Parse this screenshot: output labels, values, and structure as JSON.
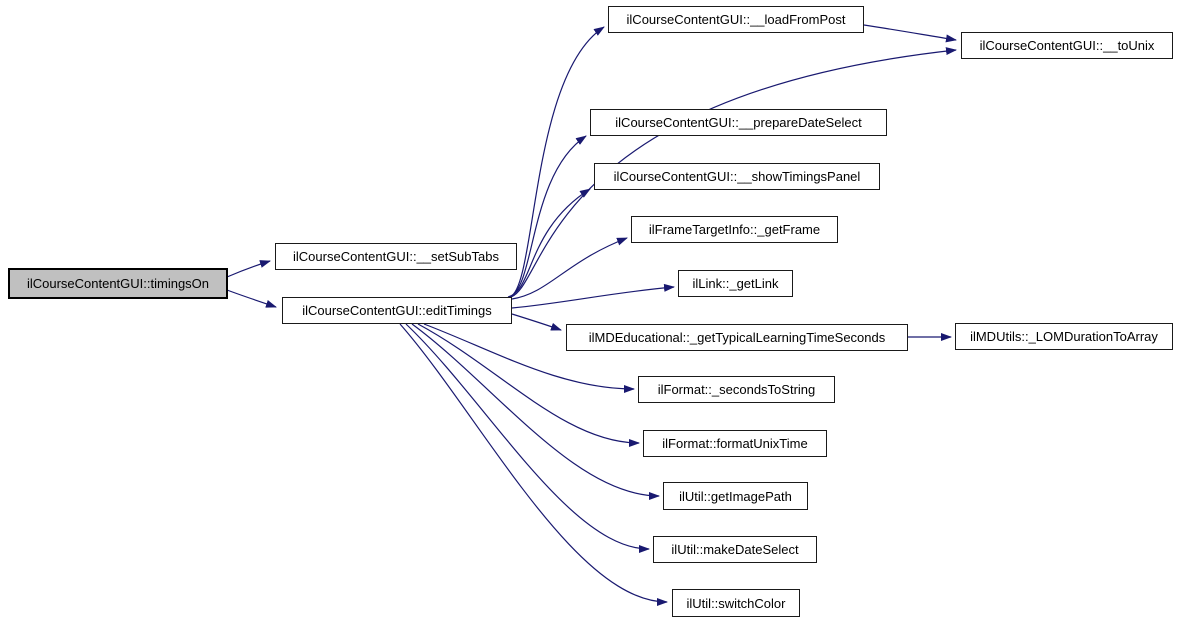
{
  "diagram": {
    "type": "call-graph",
    "background_color": "#ffffff",
    "edge_color": "#191970",
    "node_border_color": "#1a1a1a",
    "node_fill_color": "#ffffff",
    "current_node_fill_color": "#c0c0c0",
    "nodes": [
      {
        "id": "timingsOn",
        "label": "ilCourseContentGUI::timingsOn",
        "current": true
      },
      {
        "id": "setSubTabs",
        "label": "ilCourseContentGUI::__setSubTabs",
        "current": false
      },
      {
        "id": "editTimings",
        "label": "ilCourseContentGUI::editTimings",
        "current": false
      },
      {
        "id": "loadFromPost",
        "label": "ilCourseContentGUI::__loadFromPost",
        "current": false
      },
      {
        "id": "toUnix",
        "label": "ilCourseContentGUI::__toUnix",
        "current": false
      },
      {
        "id": "prepareDateSelect",
        "label": "ilCourseContentGUI::__prepareDateSelect",
        "current": false
      },
      {
        "id": "showTimingsPanel",
        "label": "ilCourseContentGUI::__showTimingsPanel",
        "current": false
      },
      {
        "id": "getFrame",
        "label": "ilFrameTargetInfo::_getFrame",
        "current": false
      },
      {
        "id": "getLink",
        "label": "ilLink::_getLink",
        "current": false
      },
      {
        "id": "getTypical",
        "label": "ilMDEducational::_getTypicalLearningTimeSeconds",
        "current": false
      },
      {
        "id": "lomDuration",
        "label": "ilMDUtils::_LOMDurationToArray",
        "current": false
      },
      {
        "id": "secondsToString",
        "label": "ilFormat::_secondsToString",
        "current": false
      },
      {
        "id": "formatUnixTime",
        "label": "ilFormat::formatUnixTime",
        "current": false
      },
      {
        "id": "getImagePath",
        "label": "ilUtil::getImagePath",
        "current": false
      },
      {
        "id": "makeDateSelect",
        "label": "ilUtil::makeDateSelect",
        "current": false
      },
      {
        "id": "switchColor",
        "label": "ilUtil::switchColor",
        "current": false
      }
    ],
    "edges": [
      {
        "from": "timingsOn",
        "to": "setSubTabs"
      },
      {
        "from": "timingsOn",
        "to": "editTimings"
      },
      {
        "from": "editTimings",
        "to": "loadFromPost"
      },
      {
        "from": "editTimings",
        "to": "toUnix"
      },
      {
        "from": "loadFromPost",
        "to": "toUnix"
      },
      {
        "from": "editTimings",
        "to": "prepareDateSelect"
      },
      {
        "from": "editTimings",
        "to": "showTimingsPanel"
      },
      {
        "from": "editTimings",
        "to": "getFrame"
      },
      {
        "from": "editTimings",
        "to": "getLink"
      },
      {
        "from": "editTimings",
        "to": "getTypical"
      },
      {
        "from": "getTypical",
        "to": "lomDuration"
      },
      {
        "from": "editTimings",
        "to": "secondsToString"
      },
      {
        "from": "editTimings",
        "to": "formatUnixTime"
      },
      {
        "from": "editTimings",
        "to": "getImagePath"
      },
      {
        "from": "editTimings",
        "to": "makeDateSelect"
      },
      {
        "from": "editTimings",
        "to": "switchColor"
      }
    ]
  }
}
